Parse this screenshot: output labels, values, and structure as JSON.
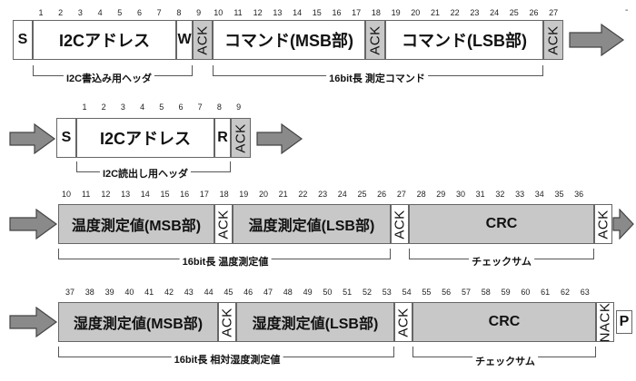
{
  "labels": {
    "start": "S",
    "stop": "P",
    "write_bit": "W",
    "read_bit": "R",
    "ack": "ACK",
    "nack": "NACK",
    "i2c_address": "I2Cアドレス",
    "command_msb": "コマンド(MSB部)",
    "command_lsb": "コマンド(LSB部)",
    "temp_msb": "温度測定値(MSB部)",
    "temp_lsb": "温度測定値(LSB部)",
    "hum_msb": "湿度測定値(MSB部)",
    "hum_lsb": "湿度測定値(LSB部)",
    "crc": "CRC"
  },
  "brackets": {
    "write_header": "I2C書込み用ヘッダ",
    "measure_command": "16bit長 測定コマンド",
    "read_header": "I2C読出し用ヘッダ",
    "temp_value": "16bit長 温度測定値",
    "checksum": "チェックサム",
    "hum_value": "16bit長 相対湿度測定値"
  },
  "corner_mark": "-",
  "bit_numbers": {
    "row1": [
      "1",
      "2",
      "3",
      "4",
      "5",
      "6",
      "7",
      "8",
      "9",
      "10",
      "11",
      "12",
      "13",
      "14",
      "15",
      "16",
      "17",
      "18",
      "19",
      "20",
      "21",
      "22",
      "23",
      "24",
      "25",
      "26",
      "27"
    ],
    "row2": [
      "1",
      "2",
      "3",
      "4",
      "5",
      "6",
      "7",
      "8",
      "9"
    ],
    "row3": [
      "10",
      "11",
      "12",
      "13",
      "14",
      "15",
      "16",
      "17",
      "18",
      "19",
      "20",
      "21",
      "22",
      "23",
      "24",
      "25",
      "26",
      "27",
      "28",
      "29",
      "30",
      "31",
      "32",
      "33",
      "34",
      "35",
      "36"
    ],
    "row4": [
      "37",
      "38",
      "39",
      "40",
      "41",
      "42",
      "43",
      "44",
      "45",
      "46",
      "47",
      "48",
      "49",
      "50",
      "51",
      "52",
      "53",
      "54",
      "55",
      "56",
      "57",
      "58",
      "59",
      "60",
      "61",
      "62",
      "63"
    ]
  }
}
